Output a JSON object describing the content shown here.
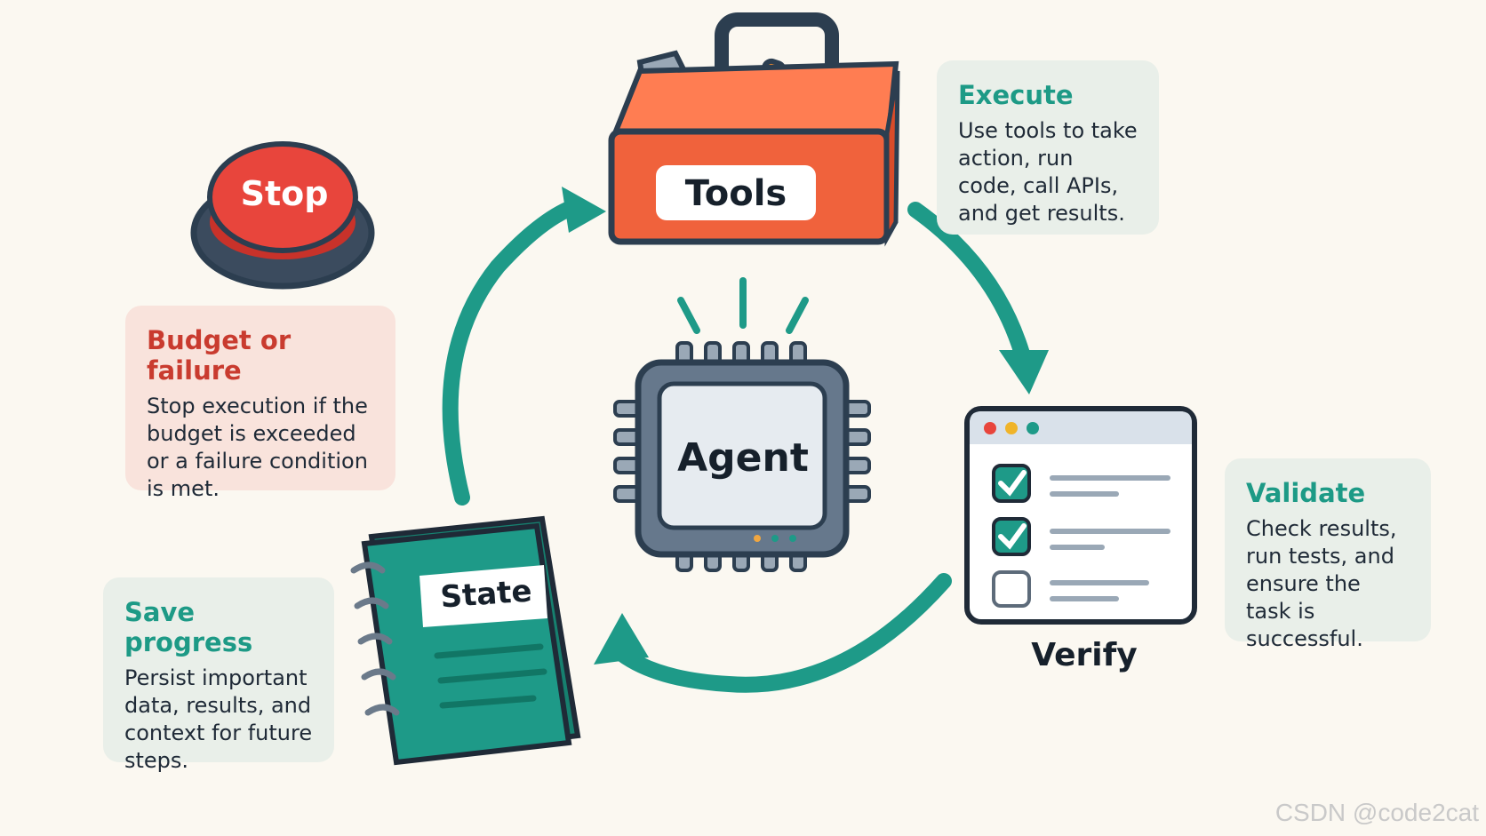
{
  "labels": {
    "tools": "Tools",
    "agent": "Agent",
    "verify": "Verify",
    "stop": "Stop",
    "state": "State"
  },
  "notes": {
    "execute": {
      "title": "Execute",
      "body": "Use tools to take action, run code, call APIs, and get results."
    },
    "validate": {
      "title": "Validate",
      "body": "Check results, run tests, and ensure the task is successful."
    },
    "budget": {
      "title": "Budget or failure",
      "body": "Stop execution if the budget is exceeded or a failure condition is met."
    },
    "save": {
      "title": "Save progress",
      "body": "Persist important data, results, and context for future steps."
    }
  },
  "watermark": "CSDN @code2cat",
  "colors": {
    "background": "#fbf8f1",
    "teal": "#1e9a88",
    "red": "#e8453c",
    "orange": "#f0623c",
    "navy": "#2c3e50"
  },
  "icons": [
    "toolbox-icon",
    "chip-icon",
    "checklist-window-icon",
    "stop-button-icon",
    "notebook-icon",
    "cycle-arrow-icon"
  ]
}
